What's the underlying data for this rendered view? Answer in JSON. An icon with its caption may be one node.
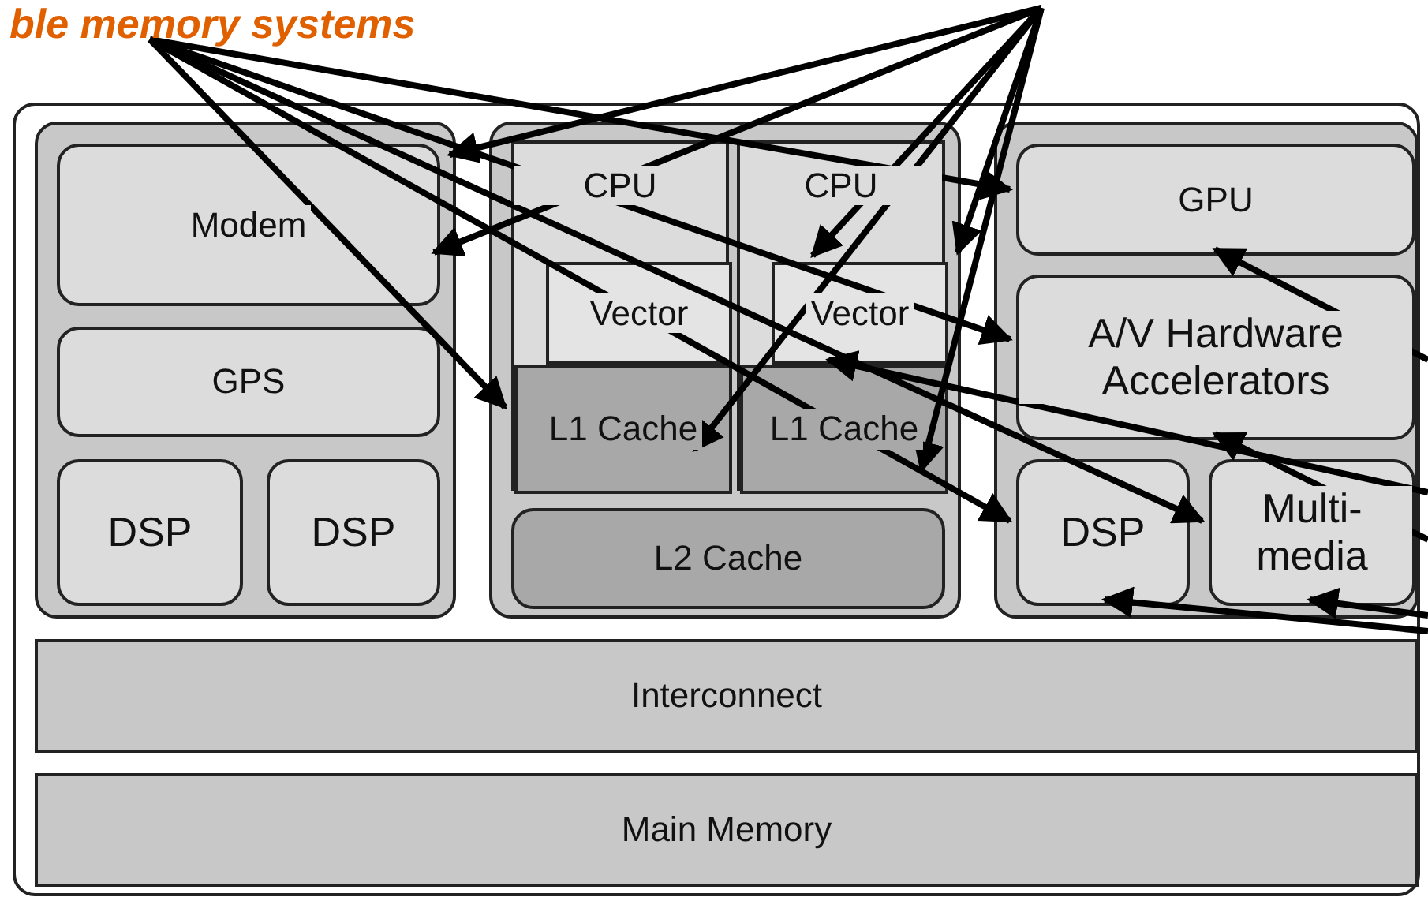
{
  "diagram": {
    "title": "ble memory systems",
    "nodes": [
      {
        "text": [],
        "shape": "box"
      },
      {
        "text": [],
        "shape": "box",
        "in": 0
      },
      {
        "text": [
          "Modem"
        ],
        "in": 1
      },
      {
        "text": [
          "GPS"
        ],
        "in": 1
      },
      {
        "text": [
          "DSP"
        ],
        "in": 1
      },
      {
        "text": [
          "DSP"
        ],
        "in": 1
      },
      {
        "text": [],
        "shape": "box",
        "in": 0
      },
      {
        "text": [
          "CPU"
        ],
        "in": 6
      },
      {
        "text": [
          "Vector"
        ],
        "in": 7
      },
      {
        "text": [
          "L1 Cache"
        ],
        "in": 7
      },
      {
        "text": [
          "CPU"
        ],
        "in": 6
      },
      {
        "text": [
          "Vector"
        ],
        "in": 10
      },
      {
        "text": [
          "L1 Cache"
        ],
        "in": 10
      },
      {
        "text": [
          "L2 Cache"
        ],
        "in": 6
      },
      {
        "text": [],
        "shape": "box",
        "in": 0
      },
      {
        "text": [
          "GPU"
        ],
        "in": 14
      },
      {
        "text": [
          "A/V Hardware Accelerators"
        ],
        "in": 14
      },
      {
        "text": [
          "DSP"
        ],
        "in": 14
      },
      {
        "text": [
          "Multi-media"
        ],
        "in": 14
      },
      {
        "text": [
          "Interconnect"
        ],
        "in": 0
      },
      {
        "text": [
          "Main Memory"
        ],
        "in": 0
      }
    ],
    "edges": [
      {
        "from": null,
        "to": 9,
        "arrow": "to"
      },
      {
        "from": null,
        "to": 15,
        "arrow": "to"
      },
      {
        "from": null,
        "to": 16,
        "arrow": "to"
      },
      {
        "from": null,
        "to": 17,
        "arrow": "to"
      },
      {
        "from": null,
        "to": 18,
        "arrow": "to"
      },
      {
        "from": null,
        "to": 1,
        "arrow": "to"
      },
      {
        "from": null,
        "to": 2,
        "arrow": "to"
      },
      {
        "from": null,
        "to": 9,
        "arrow": "to"
      },
      {
        "from": null,
        "to": 11,
        "arrow": "to"
      },
      {
        "from": null,
        "to": 12,
        "arrow": "to"
      },
      {
        "from": null,
        "to": 6,
        "arrow": "to"
      },
      {
        "from": null,
        "to": 15,
        "arrow": "to"
      },
      {
        "from": null,
        "to": 12,
        "arrow": "to"
      },
      {
        "from": null,
        "to": 16,
        "arrow": "to"
      },
      {
        "from": null,
        "to": 17,
        "arrow": "to"
      },
      {
        "from": null,
        "to": 18,
        "arrow": "to"
      }
    ]
  }
}
